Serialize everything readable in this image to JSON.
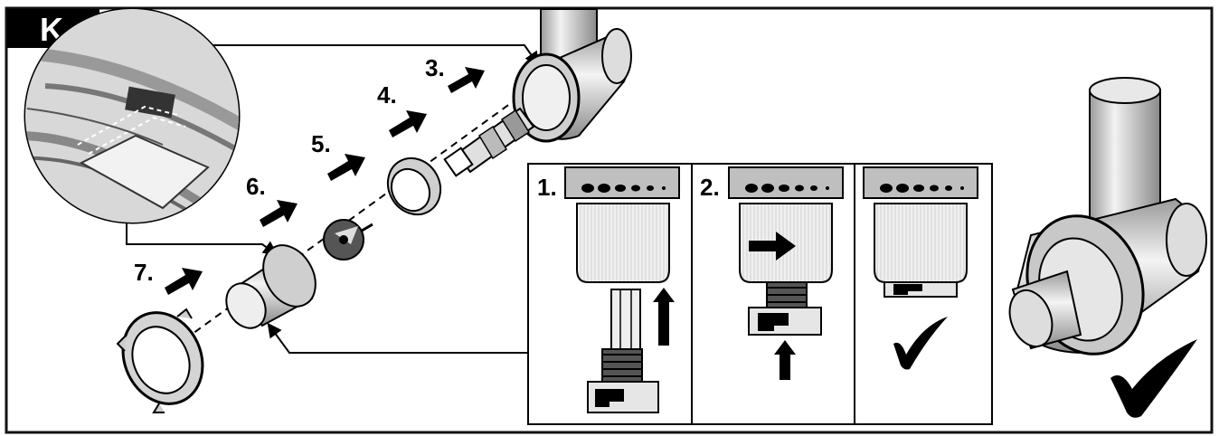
{
  "section_label": "K",
  "steps": {
    "s3": "3.",
    "s4": "4.",
    "s5": "5.",
    "s6": "6.",
    "s7": "7."
  },
  "inset_panels": {
    "p1": "1.",
    "p2": "2."
  },
  "colors": {
    "line": "#111111",
    "light_gray": "#d9d9d9",
    "mid_gray": "#a8a8a8",
    "dark": "#000000",
    "badge_bg": "#000000",
    "badge_fg": "#ffffff"
  },
  "icons": [
    "arrow-right-icon",
    "arrow-up-icon",
    "checkmark-icon",
    "magnifier-circle-icon"
  ]
}
